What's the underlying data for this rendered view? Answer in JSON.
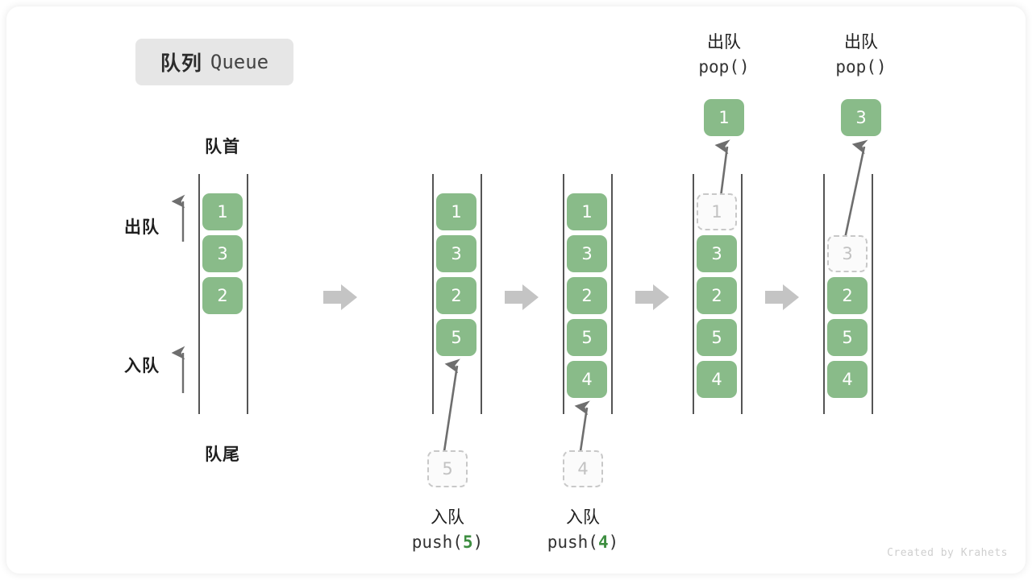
{
  "title": {
    "cn": "队列",
    "en": "Queue"
  },
  "labels": {
    "front": "队首",
    "rear": "队尾",
    "dequeue": "出队",
    "enqueue": "入队"
  },
  "credit": "Created by Krahets",
  "colors": {
    "cell_fill": "#89bb89",
    "cell_text": "#ffffff",
    "ghost_border": "#c8c8c8",
    "ghost_text": "#c2c2c2",
    "rail": "#555555",
    "arrow": "#6e6e6e",
    "step_arrow": "#c4c4c4",
    "accent_number": "#3e8e41",
    "badge_bg": "#e6e6e6"
  },
  "stages": [
    {
      "id": "stage-initial",
      "cells": [
        {
          "value": "1",
          "state": "solid"
        },
        {
          "value": "3",
          "state": "solid"
        },
        {
          "value": "2",
          "state": "solid"
        }
      ]
    },
    {
      "id": "stage-after-push-5",
      "cells": [
        {
          "value": "1",
          "state": "solid"
        },
        {
          "value": "3",
          "state": "solid"
        },
        {
          "value": "2",
          "state": "solid"
        },
        {
          "value": "5",
          "state": "solid"
        }
      ],
      "incoming": {
        "value": "5",
        "state": "ghost"
      },
      "caption": {
        "cn": "入队",
        "fn": "push(",
        "num": "5",
        "fn_end": ")"
      }
    },
    {
      "id": "stage-after-push-4",
      "cells": [
        {
          "value": "1",
          "state": "solid"
        },
        {
          "value": "3",
          "state": "solid"
        },
        {
          "value": "2",
          "state": "solid"
        },
        {
          "value": "5",
          "state": "solid"
        },
        {
          "value": "4",
          "state": "solid"
        }
      ],
      "incoming": {
        "value": "4",
        "state": "ghost"
      },
      "caption": {
        "cn": "入队",
        "fn": "push(",
        "num": "4",
        "fn_end": ")"
      }
    },
    {
      "id": "stage-after-pop-1",
      "cells": [
        {
          "value": "1",
          "state": "ghost"
        },
        {
          "value": "3",
          "state": "solid"
        },
        {
          "value": "2",
          "state": "solid"
        },
        {
          "value": "5",
          "state": "solid"
        },
        {
          "value": "4",
          "state": "solid"
        }
      ],
      "outgoing": {
        "value": "1",
        "state": "solid"
      },
      "caption": {
        "cn": "出队",
        "fn": "pop()",
        "num": "",
        "fn_end": ""
      }
    },
    {
      "id": "stage-after-pop-3",
      "cells": [
        {
          "value": "",
          "state": "empty"
        },
        {
          "value": "3",
          "state": "ghost"
        },
        {
          "value": "2",
          "state": "solid"
        },
        {
          "value": "5",
          "state": "solid"
        },
        {
          "value": "4",
          "state": "solid"
        }
      ],
      "outgoing": {
        "value": "3",
        "state": "solid"
      },
      "caption": {
        "cn": "出队",
        "fn": "pop()",
        "num": "",
        "fn_end": ""
      }
    }
  ]
}
